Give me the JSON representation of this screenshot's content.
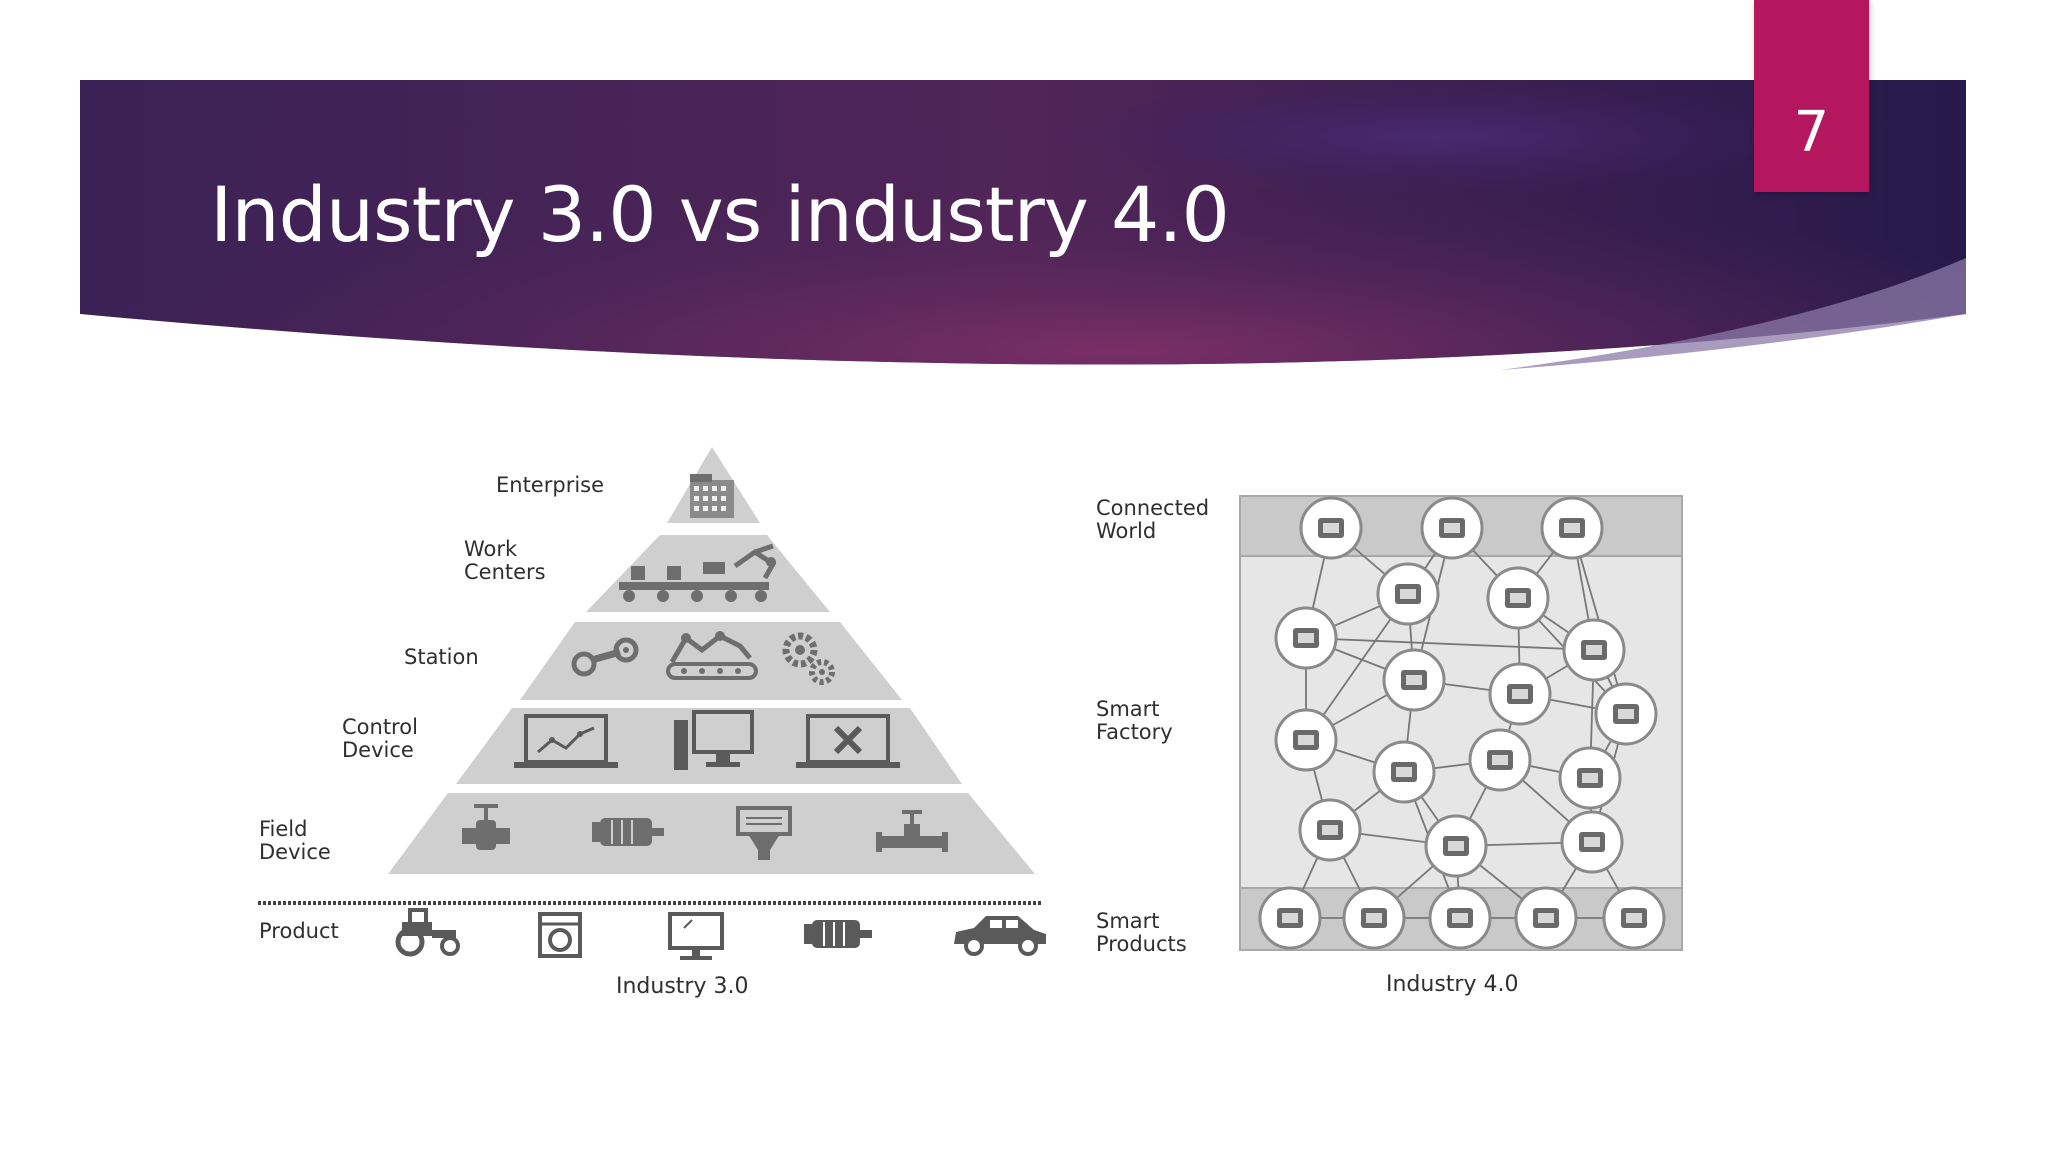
{
  "slide": {
    "title": "Industry 3.0 vs industry 4.0",
    "page_number": "7",
    "colors": {
      "banner_dark": "#2f1d4f",
      "banner_mid": "#6a2a63",
      "page_box": "#b5175f"
    }
  },
  "industry30": {
    "caption": "Industry 3.0",
    "levels": [
      {
        "label": "Enterprise",
        "icons": [
          "building-icon"
        ]
      },
      {
        "label": "Work\nCenters",
        "icons": [
          "conveyor-robot-icon"
        ]
      },
      {
        "label": "Station",
        "icons": [
          "robot-arm-icon",
          "assembly-line-icon",
          "gears-icon"
        ]
      },
      {
        "label": "Control\nDevice",
        "icons": [
          "laptop-chart-icon",
          "desktop-computer-icon",
          "laptop-tools-icon"
        ]
      },
      {
        "label": "Field\nDevice",
        "icons": [
          "valve-icon",
          "motor-icon",
          "sensor-icon",
          "pipe-valve-icon"
        ]
      }
    ],
    "product": {
      "label": "Product",
      "icons": [
        "tractor-icon",
        "washing-machine-icon",
        "monitor-icon",
        "motor-icon",
        "car-icon"
      ]
    }
  },
  "industry40": {
    "caption": "Industry 4.0",
    "layers": [
      {
        "label": "Connected\nWorld",
        "icons": [
          "cloud-tree-icon",
          "globe-icon",
          "cloud-network-icon"
        ]
      },
      {
        "label": "Smart\nFactory",
        "icons": [
          "building-icon",
          "city-icon",
          "conveyor-robot-icon",
          "factory-icon",
          "assembly-line-icon",
          "gears-icon",
          "robot-arm-icon",
          "laptop-tools-icon",
          "calculator-icon",
          "worker-idea-icon",
          "laptop-chart-icon",
          "motor-icon",
          "sensor-icon",
          "pipe-valve-icon"
        ]
      },
      {
        "label": "Smart\nProducts",
        "icons": [
          "tractor-icon",
          "washing-machine-icon",
          "monitor-icon",
          "motor-icon",
          "car-icon"
        ]
      }
    ]
  }
}
